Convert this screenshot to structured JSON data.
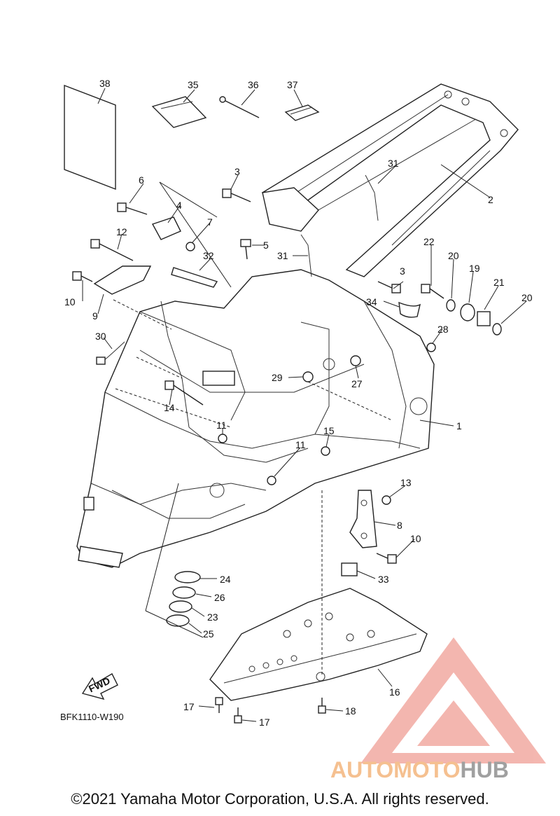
{
  "labels": [
    "1",
    "2",
    "3",
    "3",
    "4",
    "5",
    "6",
    "7",
    "8",
    "9",
    "10",
    "10",
    "11",
    "11",
    "12",
    "13",
    "14",
    "15",
    "16",
    "17",
    "17",
    "18",
    "19",
    "20",
    "20",
    "21",
    "22",
    "23",
    "24",
    "25",
    "26",
    "27",
    "28",
    "29",
    "30",
    "31",
    "31",
    "32",
    "33",
    "34",
    "35",
    "36",
    "37",
    "38"
  ],
  "diagram_code": "BFK1110-W190",
  "fwd_label": "FWD",
  "copyright": "©2021 Yamaha Motor Corporation, U.S.A. All rights reserved.",
  "watermark": {
    "part1": "AUTOMOTO",
    "part2": "HUB",
    "color_primary": "#f0a8a0",
    "color_secondary": "#f5c090",
    "color_hub": "#a0a0a0"
  }
}
